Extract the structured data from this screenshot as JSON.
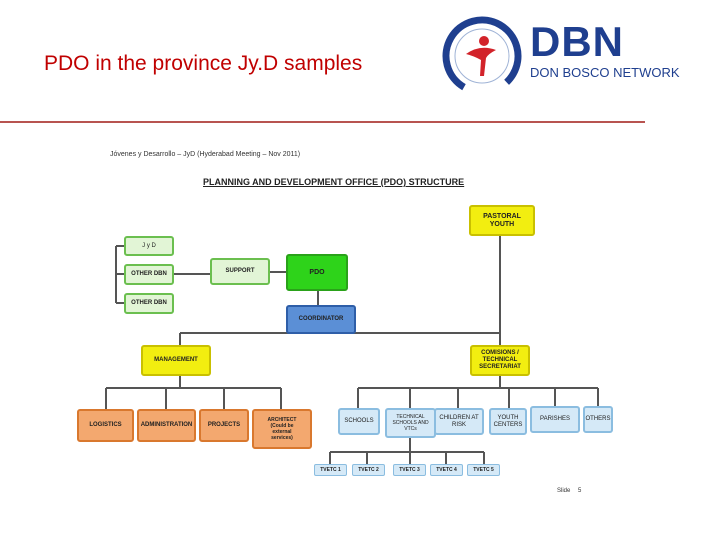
{
  "slide": {
    "title": "PDO in the province Jy.D samples"
  },
  "logo": {
    "name": "DBN",
    "subtitle": "DON BOSCO NETWORK"
  },
  "diagram": {
    "caption": "Jóvenes y Desarrollo – JyD (Hyderabad Meeting – Nov 2011)",
    "title": "PLANNING AND DEVELOPMENT OFFICE (PDO) STRUCTURE",
    "boxes": {
      "pastoral_youth": "PASTORAL\nYOUTH",
      "jyd": "J y D",
      "other_dbn_1": "OTHER DBN",
      "other_dbn_2": "OTHER DBN",
      "support": "SUPPORT",
      "pdo": "PDO",
      "coordinator": "COORDINATOR",
      "management": "MANAGEMENT",
      "commissions": "COMISIONS /\nTECHNICAL\nSECRETARIAT",
      "logistics": "LOGISTICS",
      "administration": "ADMINISTRATION",
      "projects": "PROJECTS",
      "architect": "ARCHITECT\n(Could be\nexternal\nservices)",
      "schools": "SCHOOLS",
      "technical_schools": "TECHNICAL\nSCHOOLS AND\nVTCs",
      "children_at_risk": "CHILDREN AT\nRISK",
      "youth_centers": "YOUTH\nCENTERS",
      "parishes": "PARISHES",
      "others": "OTHERS",
      "tvetc_1": "TVETC 1",
      "tvetc_2": "TVETC 2",
      "tvetc_3": "TVETC 3",
      "tvetc_4": "TVETC 4",
      "tvetc_5": "TVETC 5"
    },
    "slide_label": "Slide",
    "slide_number": "5"
  },
  "colors": {
    "title_red": "#c00000",
    "logo_blue": "#1f3f8f",
    "logo_red": "#d2232a",
    "pdo_green": "#2ed31a",
    "yellow": "#f2ee10",
    "coordinator_blue": "#5b8fd6",
    "orange": "#f3a86f",
    "light_blue": "#d5e9f7"
  }
}
